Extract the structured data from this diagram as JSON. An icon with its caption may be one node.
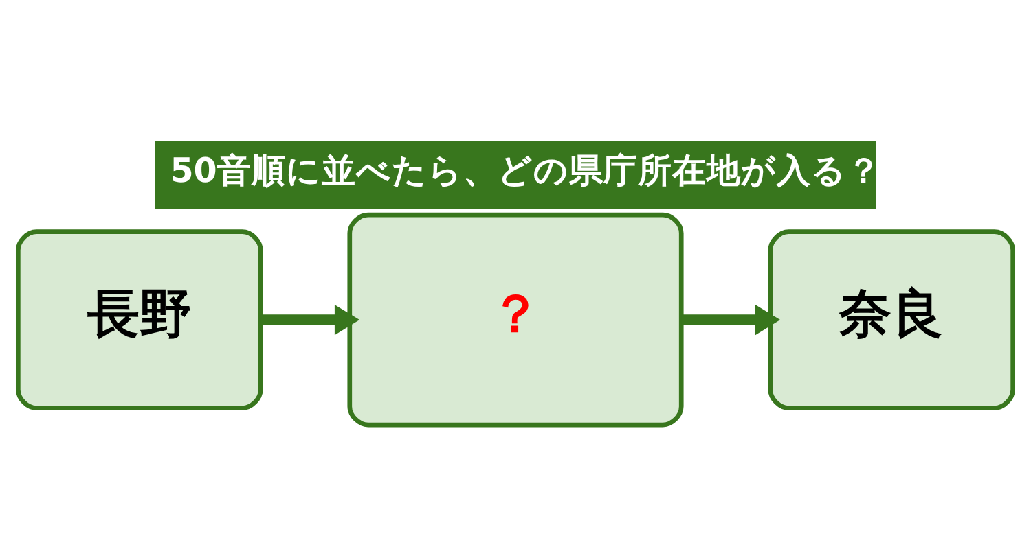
{
  "diagram": {
    "title": "50音順に並べたら、どの県庁所在地が入る？",
    "nodes": [
      {
        "text": [
          "長野"
        ]
      },
      {
        "text": [
          "？"
        ]
      },
      {
        "text": [
          "奈良"
        ]
      }
    ],
    "edges": [
      {
        "from": 0,
        "to": 1,
        "arrow": "to"
      },
      {
        "from": 1,
        "to": 2,
        "arrow": "to"
      }
    ]
  }
}
